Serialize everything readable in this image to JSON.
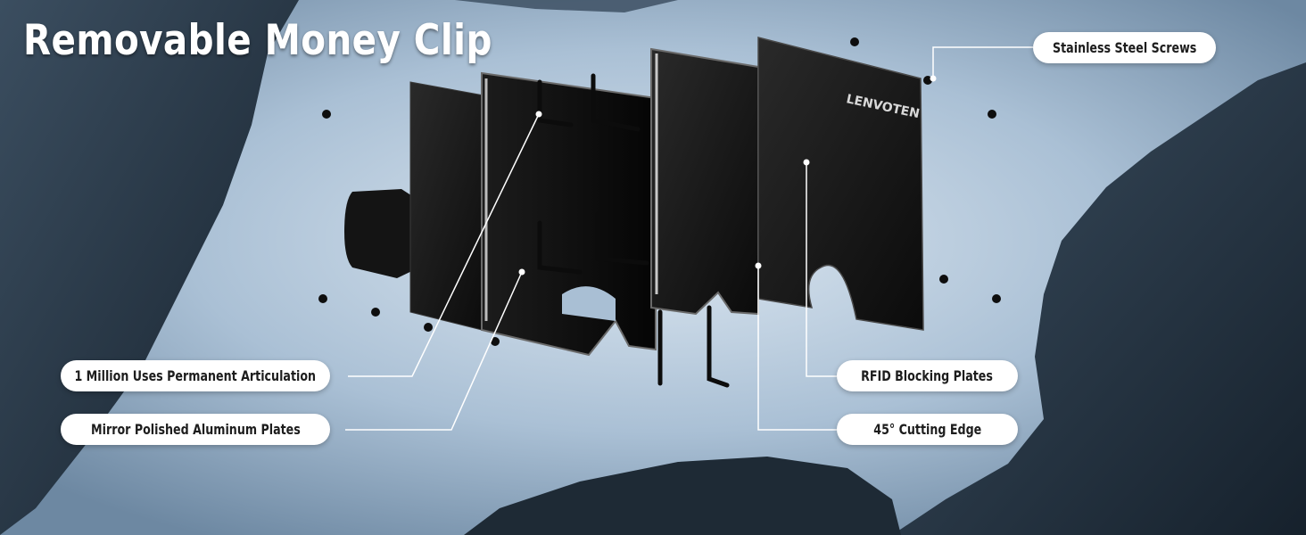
{
  "title": "Removable Money Clip",
  "brand": "LENVOTEN",
  "callouts": [
    {
      "id": "screws",
      "label": "Stainless Steel Screws"
    },
    {
      "id": "articulation",
      "label": "1 Million Uses Permanent Articulation"
    },
    {
      "id": "aluminum",
      "label": "Mirror Polished Aluminum Plates"
    },
    {
      "id": "rfid",
      "label": "RFID Blocking Plates"
    },
    {
      "id": "edge",
      "label": "45° Cutting Edge"
    }
  ],
  "colors": {
    "sky": "#b9cddf",
    "rock": "#2e3e4d",
    "plate": "#121212",
    "pill": "#ffffff",
    "leader": "#ffffff"
  }
}
